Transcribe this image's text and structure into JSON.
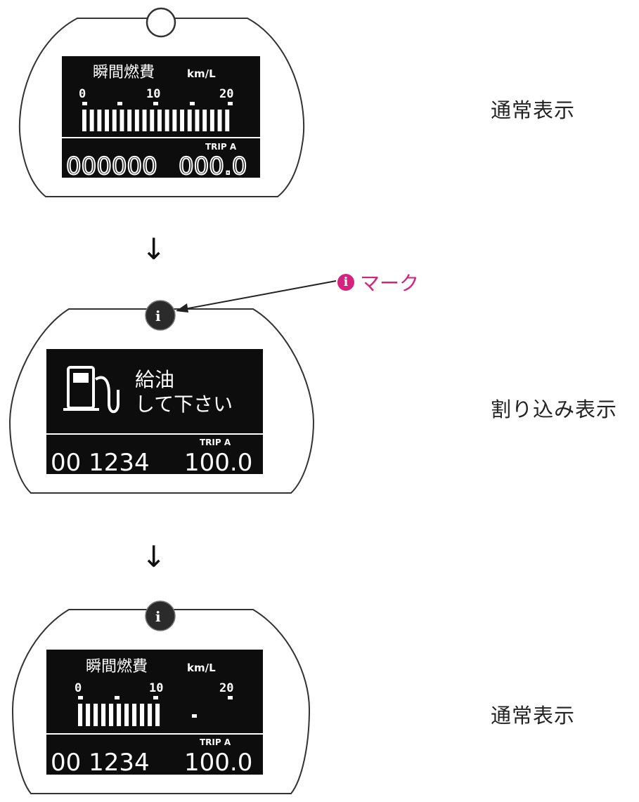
{
  "panels": [
    {
      "state_label": "通常表示",
      "gauge_title": "瞬間燃費",
      "gauge_unit": "km/L",
      "scale_ticks": [
        "0",
        "10",
        "20"
      ],
      "gauge_level": 1.0,
      "trip_label": "TRIP A",
      "odometer": "000000",
      "trip_value": "000.0",
      "top_marker": "ring"
    },
    {
      "state_label": "割り込み表示",
      "message_line1": "給油",
      "message_line2": "して下さい",
      "message_icon": "fuel-pump-icon",
      "trip_label": "TRIP A",
      "odometer": "00 1234",
      "trip_value": "100.0",
      "top_marker": "info-icon"
    },
    {
      "state_label": "通常表示",
      "gauge_title": "瞬間燃費",
      "gauge_unit": "km/L",
      "scale_ticks": [
        "0",
        "10",
        "20"
      ],
      "gauge_level": 0.55,
      "trip_label": "TRIP A",
      "odometer": "00 1234",
      "trip_value": "100.0",
      "top_marker": "info-icon"
    }
  ],
  "callout": {
    "icon_glyph": "i",
    "text": "マーク",
    "color": "#d6227f"
  },
  "arrow_glyph": "↓"
}
